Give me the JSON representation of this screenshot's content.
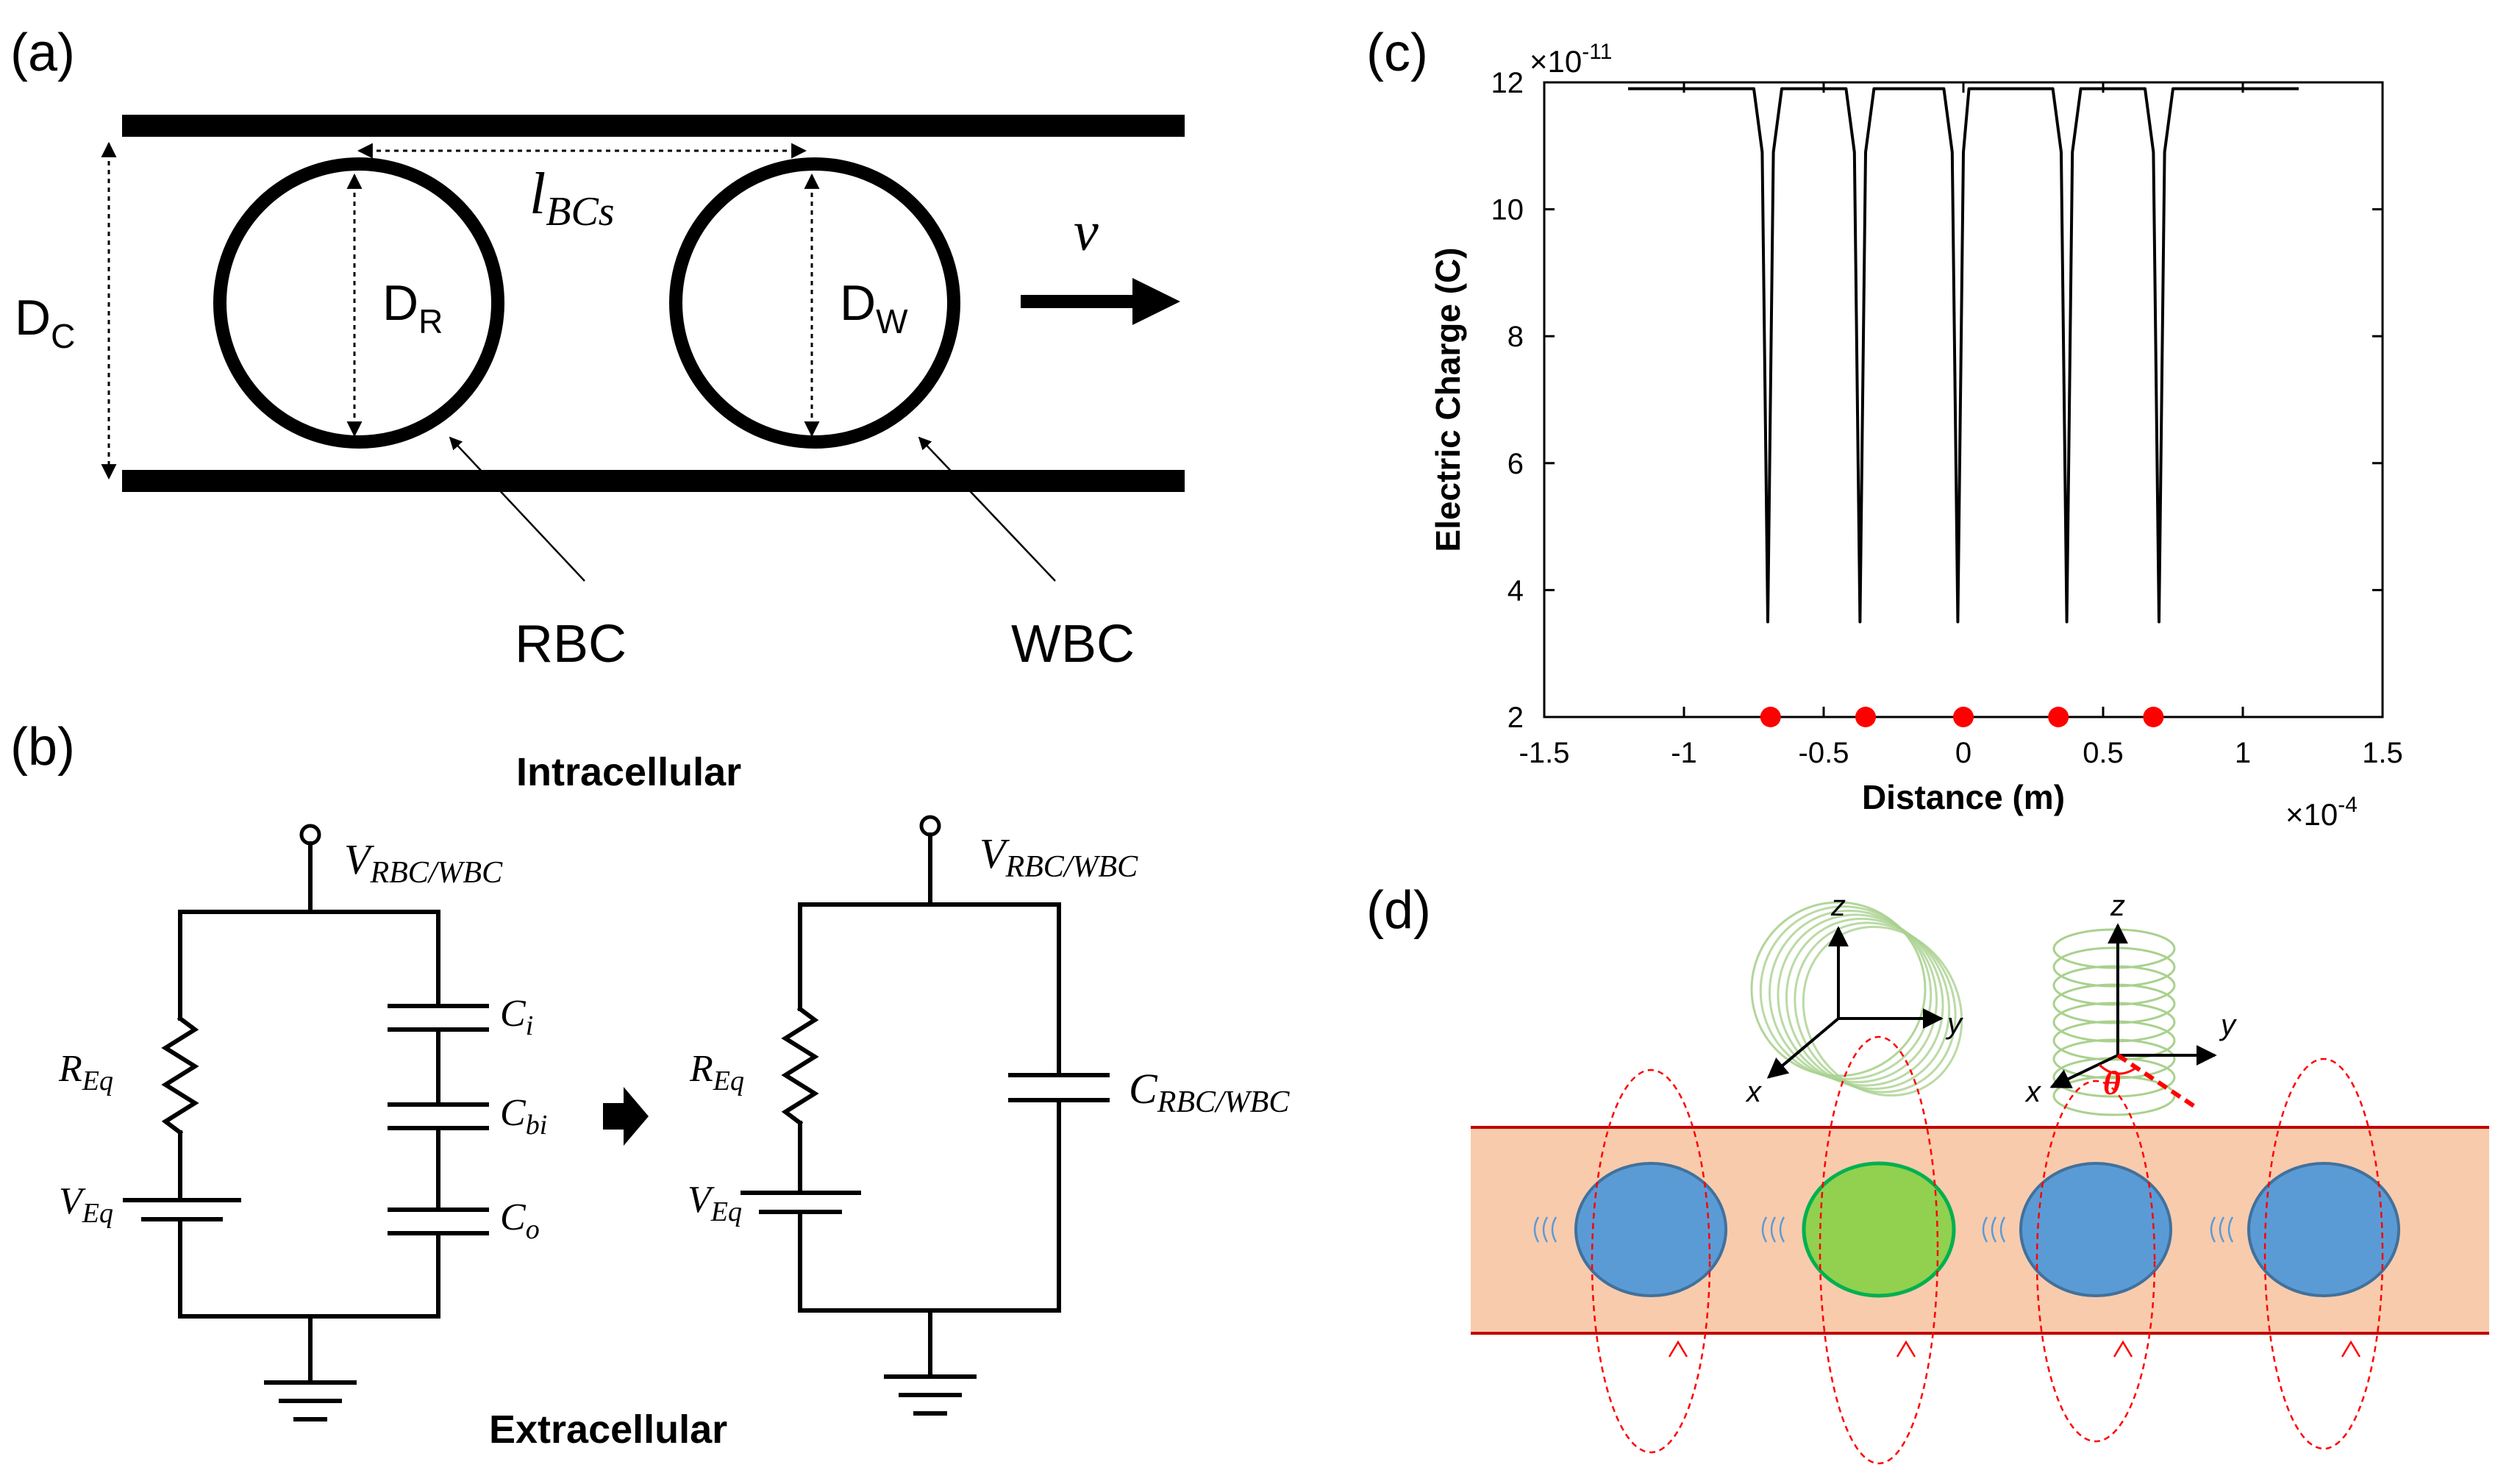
{
  "panels": {
    "a": {
      "label": "(a)",
      "dc_main": "D",
      "dc_sub": "C",
      "lbcs_main": "l",
      "lbcs_sub": "BCs",
      "dr_main": "D",
      "dr_sub": "R",
      "dw_main": "D",
      "dw_sub": "W",
      "velocity": "v",
      "rbc": "RBC",
      "wbc": "WBC"
    },
    "b": {
      "label": "(b)",
      "intracellular": "Intracellular",
      "extracellular": "Extracellular",
      "v_main": "V",
      "v_sub": "RBC/WBC",
      "req_main": "R",
      "req_sub": "Eq",
      "veq_main": "V",
      "veq_sub": "Eq",
      "ci_main": "C",
      "ci_sub": "i",
      "cbi_main": "C",
      "cbi_sub": "bi",
      "co_main": "C",
      "co_sub": "o",
      "crbc_main": "C",
      "crbc_sub": "RBC/WBC"
    },
    "c": {
      "label": "(c)",
      "y_exponent": "×10",
      "y_exponent_power": "-11",
      "x_exponent": "×10",
      "x_exponent_power": "-4"
    },
    "d": {
      "label": "(d)",
      "axis_z": "z",
      "axis_y": "y",
      "axis_x": "x",
      "axis_z2": "z",
      "axis_y2": "y",
      "axis_x2": "x",
      "theta": "θ"
    }
  },
  "chart_data": {
    "type": "line",
    "title": "",
    "xlabel": "Distance (m)",
    "ylabel": "Electric Charge (C)",
    "xlim": [
      -1.5,
      1.5
    ],
    "ylim": [
      2,
      12
    ],
    "x_ticks": [
      -1.5,
      -1,
      -0.5,
      0,
      0.5,
      1,
      1.5
    ],
    "x_tick_labels": [
      "-1.5",
      "-1",
      "-0.5",
      "0",
      "0.5",
      "1",
      "1.5"
    ],
    "y_ticks": [
      2,
      4,
      6,
      8,
      10,
      12
    ],
    "y_tick_labels": [
      "2",
      "4",
      "6",
      "8",
      "10",
      "12"
    ],
    "grid": false,
    "series": [
      {
        "color": "#000000",
        "x": [
          -1.2,
          -0.75,
          -0.72,
          -0.7,
          -0.68,
          -0.65,
          -0.42,
          -0.39,
          -0.37,
          -0.35,
          -0.32,
          -0.07,
          -0.04,
          -0.02,
          0,
          0.02,
          0.04,
          0.07,
          0.32,
          0.35,
          0.37,
          0.39,
          0.42,
          0.65,
          0.68,
          0.7,
          0.72,
          0.75,
          1.2
        ],
        "y": [
          11.9,
          11.9,
          10.9,
          3.5,
          10.9,
          11.9,
          11.9,
          10.9,
          3.5,
          10.9,
          11.9,
          11.9,
          10.9,
          3.5,
          10.9,
          11.9,
          11.9,
          11.9,
          11.9,
          10.9,
          3.5,
          10.9,
          11.9,
          11.9,
          10.9,
          3.5,
          10.9,
          11.9,
          11.9
        ]
      }
    ],
    "markers": {
      "color": "#ff0000",
      "x": [
        -0.69,
        -0.35,
        0,
        0.34,
        0.68
      ],
      "y": [
        2,
        2,
        2,
        2,
        2
      ]
    },
    "colors": {
      "rbc_fill": "#5b9bd5",
      "wbc_fill": "#92d050",
      "vessel_fill": "#f8cbad",
      "vessel_edge": "#c00000",
      "coil": "#a9d18e",
      "field_lines": "#ff0000"
    }
  }
}
